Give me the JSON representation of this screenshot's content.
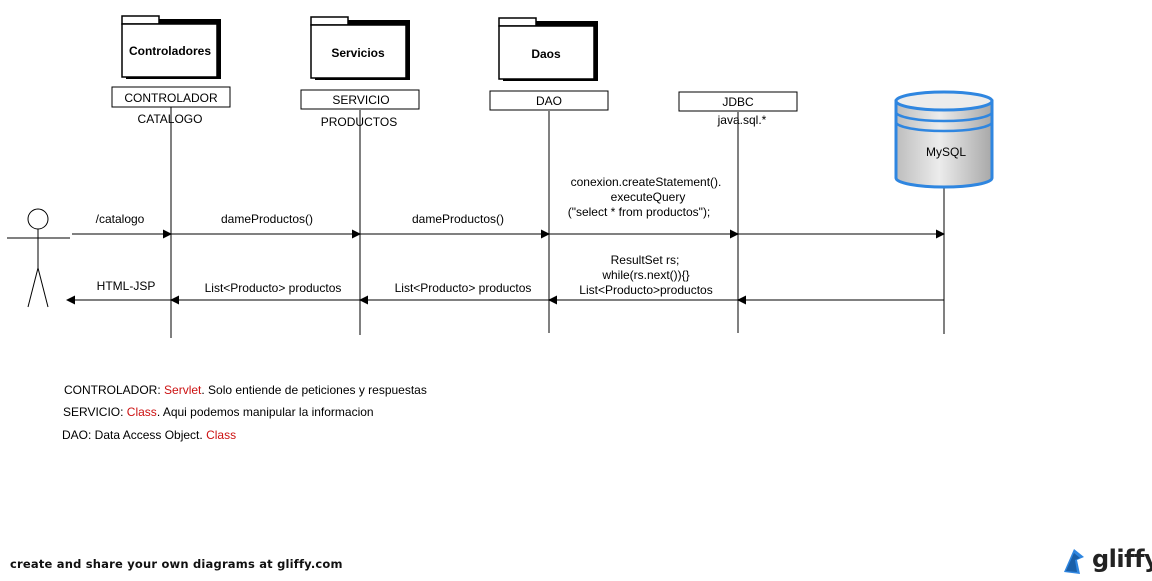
{
  "packages": [
    {
      "label": "Controladores"
    },
    {
      "label": "Servicios"
    },
    {
      "label": "Daos"
    }
  ],
  "objects": [
    {
      "box": "CONTROLADOR",
      "sub": "CATALOGO"
    },
    {
      "box": "SERVICIO",
      "sub": "PRODUCTOS"
    },
    {
      "box": "DAO",
      "sub": ""
    },
    {
      "box": "JDBC",
      "sub": "java.sql.*"
    }
  ],
  "database": {
    "label": "MySQL"
  },
  "messages": {
    "req1": "/catalogo",
    "req2": "dameProductos()",
    "req3": "dameProductos()",
    "req4": [
      "conexion.createStatement().",
      "executeQuery",
      "(\"select * from productos\");"
    ],
    "resp1": "HTML-JSP",
    "resp2": "List<Producto> productos",
    "resp3": "List<Producto> productos",
    "resp4": [
      "ResultSet rs;",
      "while(rs.next()){}",
      "List<Producto>productos"
    ]
  },
  "legend": [
    {
      "term": "CONTROLADOR: ",
      "type": "Servlet",
      "desc": ". Solo entiende de peticiones y respuestas"
    },
    {
      "term": "SERVICIO: ",
      "type": "Class",
      "desc": ". Aqui podemos manipular la informacion"
    },
    {
      "term": "DAO: Data Access Object. ",
      "type": "Class",
      "desc": ""
    }
  ],
  "footer": {
    "text": "create and share your own diagrams at gliffy.com",
    "logo": "gliffy"
  },
  "colors": {
    "accent": "#cc1111",
    "db_stroke": "#2f86e0",
    "db_fill": "#cfcfcf"
  }
}
